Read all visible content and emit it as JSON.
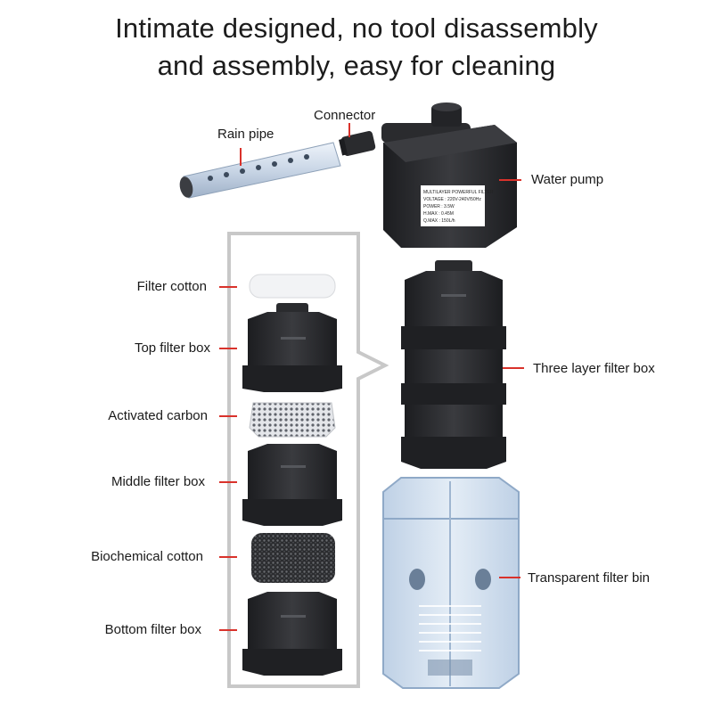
{
  "headline": {
    "line1": "Intimate designed, no tool disassembly",
    "line2": "and assembly, easy for cleaning"
  },
  "labels": {
    "rain_pipe": "Rain pipe",
    "connector": "Connector",
    "water_pump": "Water pump",
    "filter_cotton": "Filter cotton",
    "top_filter_box": "Top filter box",
    "activated_carbon": "Activated carbon",
    "middle_filter_box": "Middle filter box",
    "biochemical_cotton": "Biochemical cotton",
    "bottom_filter_box": "Bottom filter box",
    "three_layer_filter_box": "Three layer filter box",
    "transparent_filter_bin": "Transparent filter bin"
  },
  "pump_plate": {
    "line1": "MULTILAYER POWERFUL FILTER",
    "line2": "VOLTAGE : 220V-240V/50Hz",
    "line3": "POWER : 3.5W",
    "line4": "H.MAX : 0.45M",
    "line5": "Q.MAX : 150L/h"
  },
  "colors": {
    "leader_line": "#d9322b",
    "bracket": "#c8c8c8",
    "part_dark": "#2a2b2e",
    "bin_blue": "#b9cfe6"
  }
}
